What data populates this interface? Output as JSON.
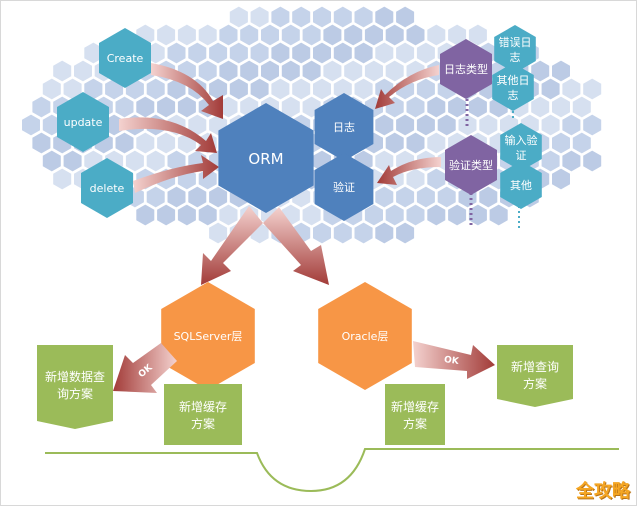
{
  "top": {
    "center": "ORM",
    "left_items": [
      "Create",
      "update",
      "delete"
    ],
    "right_small": [
      "日志",
      "验证"
    ],
    "types": [
      "日志类型",
      "验证类型"
    ],
    "log_types": [
      [
        "错误日",
        "志"
      ],
      [
        "其他日",
        "志"
      ]
    ],
    "validate_types": [
      [
        "输入验",
        "证"
      ],
      [
        "其他"
      ]
    ]
  },
  "bottom": {
    "layers": [
      "SQLServer层",
      "Oracle层"
    ],
    "ok_label": "OK",
    "boxes": [
      [
        "新增数据查",
        "询方案"
      ],
      [
        "新增缓存",
        "方案"
      ],
      [
        "新增缓存",
        "方案"
      ],
      [
        "新增查询",
        "方案"
      ]
    ]
  },
  "watermark": "全攻略",
  "colors": {
    "bg_hex": "#c5d3ea",
    "teal": "#4bacc6",
    "blue": "#4f81bd",
    "purple": "#8064a2",
    "orange": "#f79646",
    "green": "#9bbb59",
    "red": "#c0504d"
  }
}
